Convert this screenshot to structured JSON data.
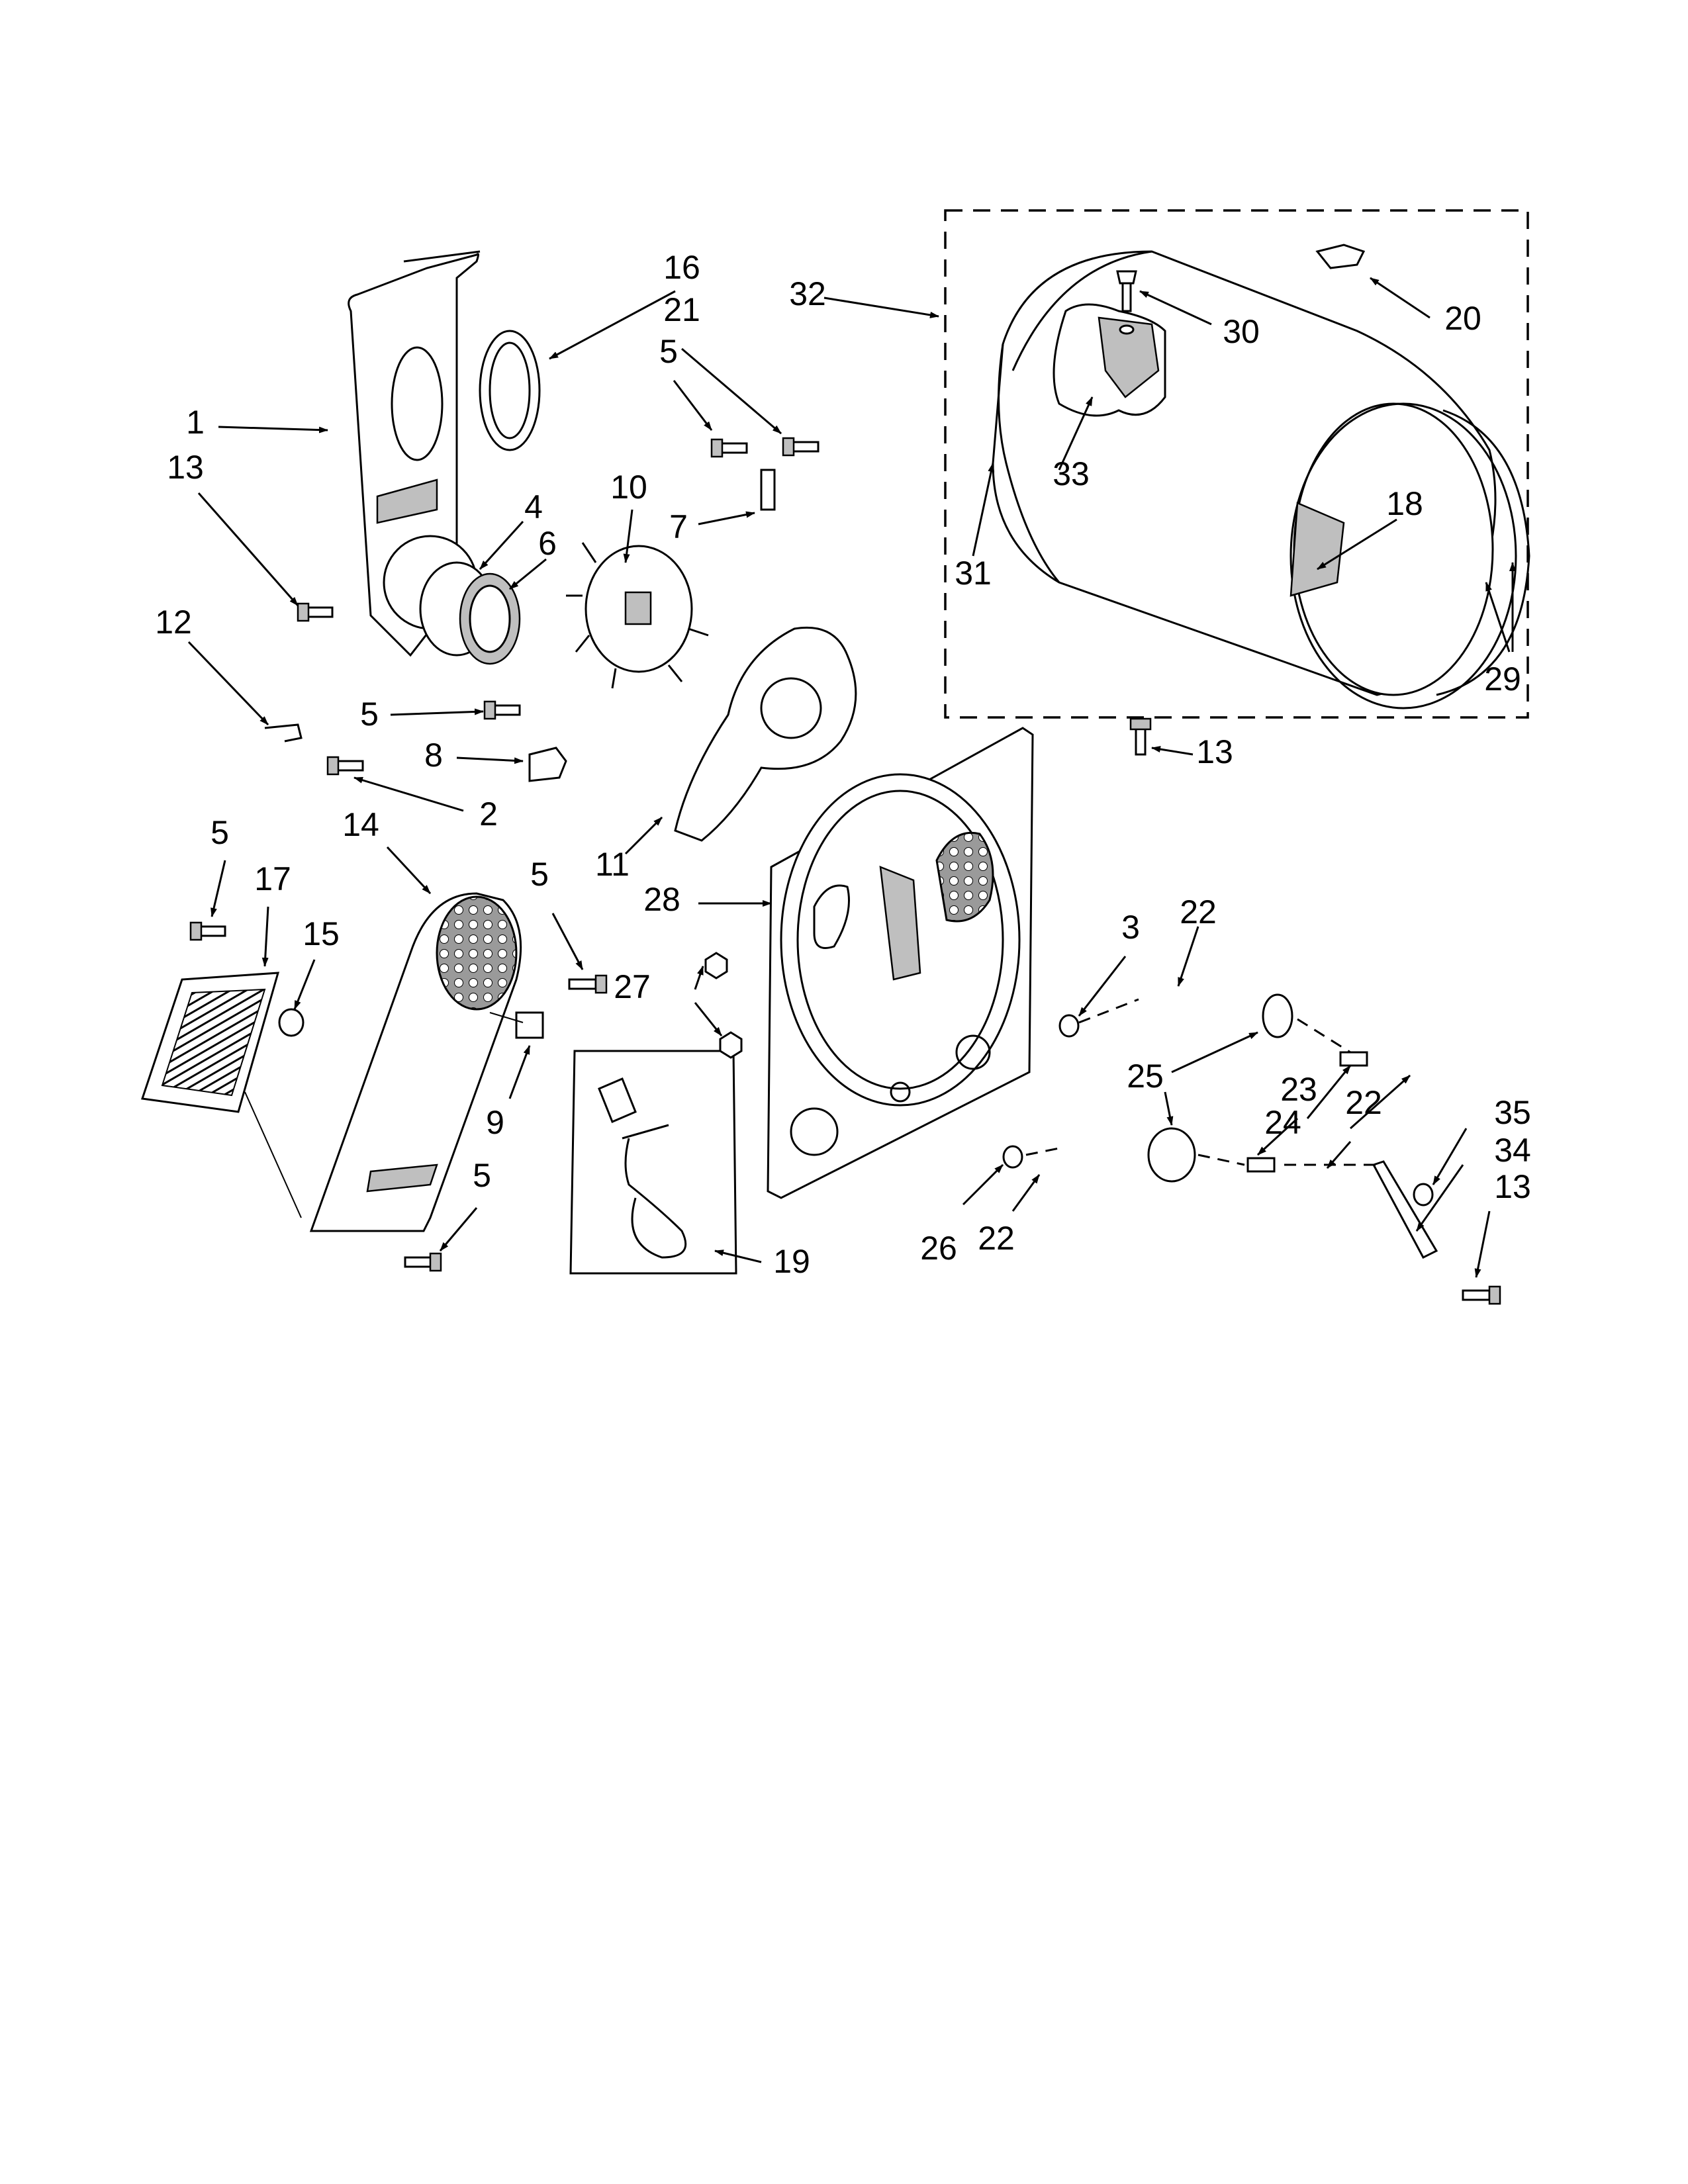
{
  "diagram": {
    "type": "exploded-parts-diagram",
    "callouts": [
      {
        "id": "c1",
        "label": "1"
      },
      {
        "id": "c2",
        "label": "2"
      },
      {
        "id": "c3",
        "label": "3"
      },
      {
        "id": "c4",
        "label": "4"
      },
      {
        "id": "c5a",
        "label": "5"
      },
      {
        "id": "c5b",
        "label": "5"
      },
      {
        "id": "c5c",
        "label": "5"
      },
      {
        "id": "c5d",
        "label": "5"
      },
      {
        "id": "c5e",
        "label": "5"
      },
      {
        "id": "c6",
        "label": "6"
      },
      {
        "id": "c7",
        "label": "7"
      },
      {
        "id": "c8",
        "label": "8"
      },
      {
        "id": "c9",
        "label": "9"
      },
      {
        "id": "c10",
        "label": "10"
      },
      {
        "id": "c11",
        "label": "11"
      },
      {
        "id": "c12",
        "label": "12"
      },
      {
        "id": "c13a",
        "label": "13"
      },
      {
        "id": "c13b",
        "label": "13"
      },
      {
        "id": "c13c",
        "label": "13"
      },
      {
        "id": "c14",
        "label": "14"
      },
      {
        "id": "c15",
        "label": "15"
      },
      {
        "id": "c16",
        "label": "16"
      },
      {
        "id": "c17",
        "label": "17"
      },
      {
        "id": "c18",
        "label": "18"
      },
      {
        "id": "c19",
        "label": "19"
      },
      {
        "id": "c20",
        "label": "20"
      },
      {
        "id": "c21",
        "label": "21"
      },
      {
        "id": "c22a",
        "label": "22"
      },
      {
        "id": "c22b",
        "label": "22"
      },
      {
        "id": "c22c",
        "label": "22"
      },
      {
        "id": "c23",
        "label": "23"
      },
      {
        "id": "c24",
        "label": "24"
      },
      {
        "id": "c25",
        "label": "25"
      },
      {
        "id": "c26",
        "label": "26"
      },
      {
        "id": "c27",
        "label": "27"
      },
      {
        "id": "c28",
        "label": "28"
      },
      {
        "id": "c29",
        "label": "29"
      },
      {
        "id": "c30",
        "label": "30"
      },
      {
        "id": "c31",
        "label": "31"
      },
      {
        "id": "c32",
        "label": "32"
      },
      {
        "id": "c33",
        "label": "33"
      },
      {
        "id": "c34",
        "label": "34"
      },
      {
        "id": "c35",
        "label": "35"
      }
    ]
  }
}
